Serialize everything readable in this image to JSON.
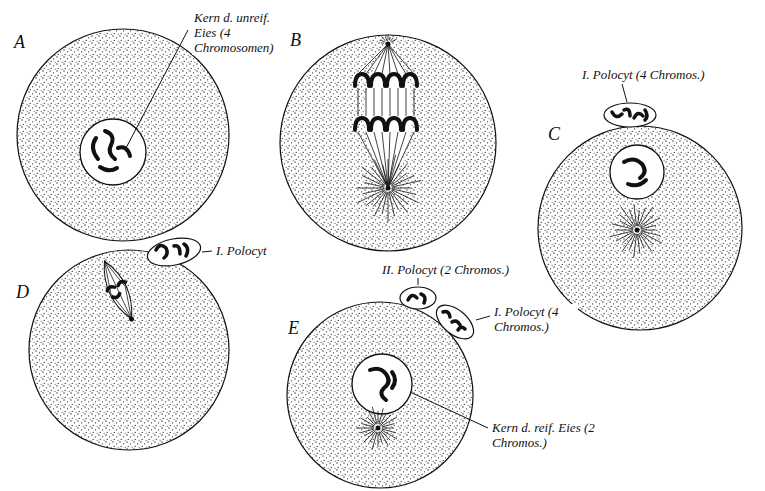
{
  "diagram": {
    "labels": [
      "A",
      "Kern d. unreif. Eies (4 Chromosomen)",
      "B",
      "C",
      "I. Polocyt (4 Chromos.)",
      "D",
      "I. Polocyt",
      "E",
      "II. Polocyt (2 Chromos.)",
      "I. Polocyt (4 Chromos.)",
      "Kern d. reif. Eies (2 Chromos.)"
    ]
  }
}
